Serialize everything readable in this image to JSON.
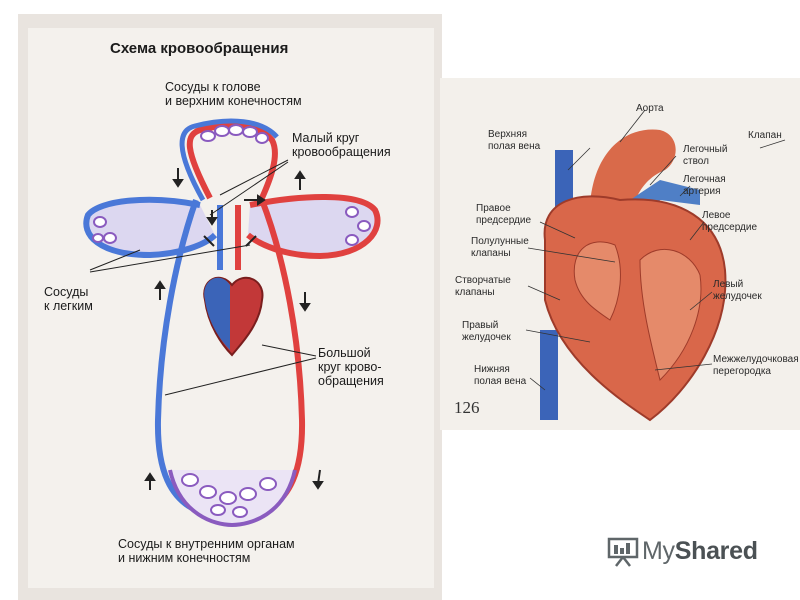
{
  "left_diagram": {
    "title": "Схема кровообращения",
    "label_head": "Сосуды к голове\nи верхним конечностям",
    "label_small_circle": "Малый круг\nкровообращения",
    "label_lungs": "Сосуды\nк легким",
    "label_big_circle": "Большой\nкруг крово-\nобращения",
    "label_organs": "Сосуды к внутренним органам\nи нижним конечностям"
  },
  "right_diagram": {
    "aorta": "Аорта",
    "valve": "Клапан",
    "superior_vena_cava": "Верхняя\nполая вена",
    "pulmonary_trunk": "Легочный\nствол",
    "pulmonary_artery": "Легочная\nартерия",
    "right_atrium": "Правое\nпредсердие",
    "left_atrium": "Левое\nпредсердие",
    "semilunar_valves": "Полулунные\nклапаны",
    "leaflet_valves": "Створчатые\nклапаны",
    "left_ventricle": "Левый\nжелудочек",
    "right_ventricle": "Правый\nжелудочек",
    "septum": "Межжелудочковая\nперегородка",
    "inferior_vena_cava": "Нижняя\nполая вена",
    "page_number": "126"
  },
  "logo": {
    "prefix": "My",
    "suffix": "Shared"
  },
  "colors": {
    "artery": "#e0413f",
    "vein": "#4a78d8",
    "capillary": "#8a5bbf",
    "heart": "#d9674a"
  }
}
